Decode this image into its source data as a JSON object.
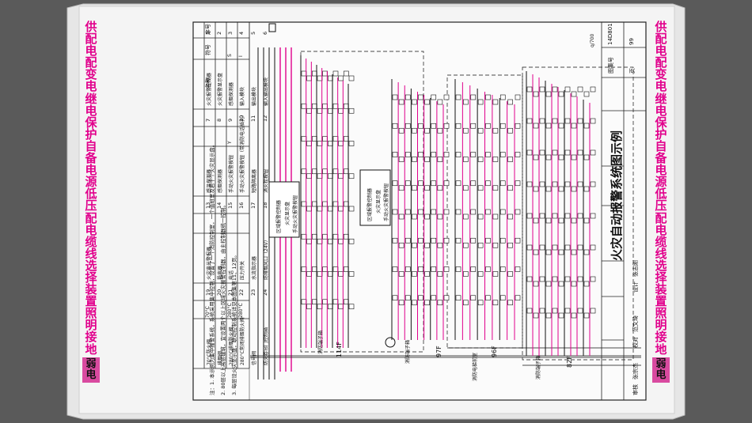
{
  "atlas_no": "14D801",
  "page_no": "99",
  "atlas_label": "图集号",
  "page_label": "页",
  "drawing_title": "火灾自动报警系统图示例",
  "footer_roles": [
    "审核",
    "校对",
    "设计"
  ],
  "footer_names": [
    "张宗杰",
    "范文琦",
    "张志刚"
  ],
  "side_index": {
    "left": [
      "供",
      "配",
      "电",
      "配",
      "变",
      "电",
      "继",
      "电",
      "保",
      "护",
      "自",
      "备",
      "电",
      "源",
      "低",
      "压",
      "配",
      "电",
      "缆",
      "线",
      "选",
      "择",
      "装",
      "置",
      "照",
      "明",
      "接",
      "地"
    ],
    "right": [
      "供",
      "配",
      "电",
      "配",
      "变",
      "电",
      "继",
      "电",
      "保",
      "护",
      "自",
      "备",
      "电",
      "源",
      "低",
      "压",
      "配",
      "电",
      "缆",
      "线",
      "选",
      "择",
      "装",
      "置",
      "照",
      "明",
      "接",
      "地"
    ],
    "weak_label": "弱电"
  },
  "legend": {
    "headers": [
      "序号",
      "符号",
      "名称"
    ],
    "rows": [
      [
        "1",
        "",
        "火灾报警控制器"
      ],
      [
        "2",
        "",
        "火灾报警显示盘"
      ],
      [
        "3",
        "S",
        "感烟探测器"
      ],
      [
        "4",
        "I",
        "输入模块"
      ],
      [
        "5",
        "",
        "输出模块"
      ],
      [
        "6",
        "",
        "输入输出模块"
      ],
      [
        "7",
        "",
        "感温探测器"
      ],
      [
        "8",
        "",
        "感烟探测器"
      ],
      [
        "9",
        "Y",
        "手动火灾报警按钮"
      ],
      [
        "10",
        "",
        "手动火灾报警按钮（带消防电话插孔）"
      ],
      [
        "11",
        "",
        "短路隔离器"
      ],
      [
        "12",
        "",
        "消火栓按钮"
      ],
      [
        "13",
        "",
        "火灾声光警报器"
      ],
      [
        "14",
        "",
        "扬声器"
      ],
      [
        "15",
        "",
        "电话"
      ],
      [
        "16",
        "",
        "压力开关"
      ],
      [
        "17",
        "",
        "水流指示器"
      ],
      [
        "18",
        "",
        "防排烟风口（24V）"
      ],
      [
        "19",
        "70°C",
        "70°C防火阀"
      ],
      [
        "20",
        "",
        "排烟阀"
      ],
      [
        "21",
        "280°C",
        "280°C排烟防火阀"
      ],
      [
        "22",
        "280°C",
        "280°C常闭排烟防火阀"
      ],
      [
        "23",
        "",
        "信号阀"
      ],
      [
        "24",
        "",
        "防火卷帘门控制箱"
      ]
    ]
  },
  "notes": [
    "注：1. 本示例为集中报警系统，系统采用集中控制，设置了一个消防控制室，一个值班室及若干个火灾显示盘。",
    "2. 80层以上高层建筑，宜设置两个以上区域火灾报警控制器，由主控制器统一控制。",
    "3. 每层设火灾显示盘，联动控制系统详见本图集第11、12页。"
  ],
  "panels": [
    {
      "line1": "区域报警控制器",
      "line2": "火灾显示盘",
      "line3": "手动火灾报警按钮"
    },
    {
      "line1": "区域报警控制器",
      "line2": "火灾显示盘",
      "line3": "手动火灾报警按钮"
    }
  ],
  "floor_labels": [
    "消防电梯前室",
    "消防端子箱",
    "消防端子箱",
    "消防端子箱"
  ],
  "elevations": [
    "114F",
    "97F",
    "96F",
    "82F"
  ],
  "riser_labels": [
    "S",
    "F",
    "C",
    "D"
  ],
  "small_code": "q/700"
}
